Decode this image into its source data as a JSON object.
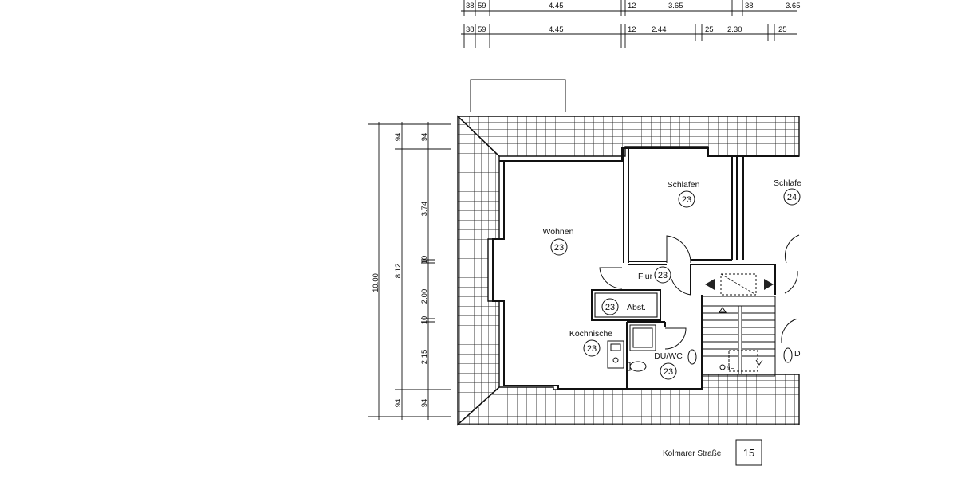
{
  "plan": {
    "street": "Kolmarer Straße",
    "house_number": "15"
  },
  "rooms": {
    "wohnen": {
      "name": "Wohnen",
      "number": "23"
    },
    "schlafen": {
      "name": "Schlafen",
      "number": "23"
    },
    "schlafen2": {
      "name": "Schlafe",
      "number": "24"
    },
    "flur": {
      "name": "Flur",
      "number": "23"
    },
    "abst": {
      "name": "Abst.",
      "number": "23"
    },
    "kochnische": {
      "name": "Kochnische",
      "number": "23"
    },
    "duwc": {
      "name": "DU/WC",
      "number": "23"
    },
    "partial_d": {
      "name": "D"
    }
  },
  "dimensions": {
    "top_row1": [
      "38",
      "59",
      "4.45",
      "12",
      "3.65",
      "38",
      "3.65"
    ],
    "top_row2": [
      "38",
      "59",
      "4.45",
      "12",
      "2.44",
      "25",
      "2.30",
      "25"
    ],
    "left_total": "10.00",
    "left_mid": "8.12",
    "left_parts": [
      "94",
      "3.74",
      "10",
      "2.00",
      "10",
      "2.15",
      "94"
    ],
    "left_outer": [
      "94",
      "94"
    ]
  },
  "stair": {
    "symbol_df": "dF"
  }
}
